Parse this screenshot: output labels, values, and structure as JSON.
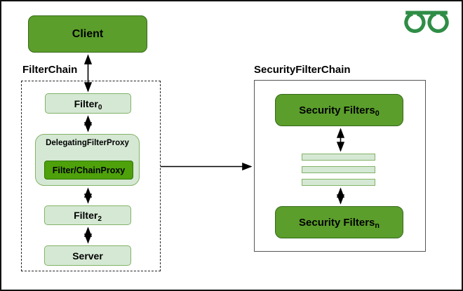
{
  "diagram": {
    "client": {
      "label": "Client"
    },
    "filter_chain": {
      "title": "FilterChain",
      "filter0": {
        "label": "Filter",
        "sub": "0"
      },
      "delegating_filter_proxy": {
        "label": "DelegatingFilterProxy"
      },
      "filter_chain_proxy": {
        "label": "Filter/ChainProxy"
      },
      "filter2": {
        "label": "Filter",
        "sub": "2"
      },
      "server": {
        "label": "Server"
      }
    },
    "security_filter_chain": {
      "title": "SecurityFilterChain",
      "filters_first": {
        "label": "Security Filters",
        "sub": "0"
      },
      "filters_last": {
        "label": "Security Filters",
        "sub": "n"
      },
      "placeholder_bar_count": 3
    }
  },
  "logo": {
    "icon": "geeksforgeeks-logo",
    "color": "#2F8D46"
  },
  "colors": {
    "box_green": "#5b9e2b",
    "box_green_bright": "#4ea10a",
    "box_light_green": "#d5e8d4",
    "light_green_border": "#82b366",
    "arrow": "#000000"
  }
}
